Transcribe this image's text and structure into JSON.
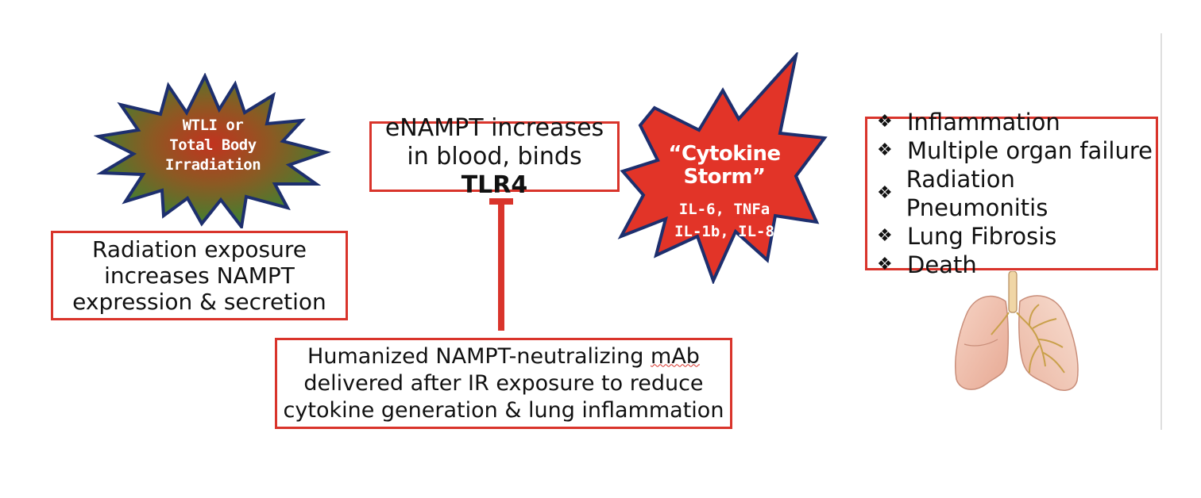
{
  "starburst_green": {
    "line1": "WTLI or",
    "line2": "Total Body",
    "line3": "Irradiation",
    "colors": {
      "fill_start": "#d22a1c",
      "fill_end": "#2f8a34",
      "stroke": "#1d2f6e"
    }
  },
  "box_radiation": {
    "line1": "Radiation exposure",
    "line2": "increases NAMPT",
    "line3": "expression & secretion"
  },
  "box_enampt": {
    "line1": "eNAMPT increases",
    "line2_prefix": "in blood, binds ",
    "line2_bold": "TLR4"
  },
  "inhibit_bar": {
    "color": "#d9342b"
  },
  "box_mab": {
    "line1_prefix": "Humanized NAMPT-neutralizing ",
    "line1_underlined": "mAb",
    "line2": "delivered after IR exposure to reduce",
    "line3": "cytokine generation & lung inflammation"
  },
  "starburst_red": {
    "title1": "“Cytokine",
    "title2": "Storm”",
    "line3_prefix": "IL-6, ",
    "line3_underlined": "TNFa",
    "line4": "IL-1b, IL-8",
    "colors": {
      "fill": "#e23428",
      "stroke": "#1d2f6e"
    }
  },
  "outcomes": {
    "bullet_glyph": "❖",
    "items": [
      "Inflammation",
      "Multiple organ failure",
      "Radiation Pneumonitis",
      "Lung Fibrosis",
      "Death"
    ]
  },
  "lungs_icon": "lungs-icon",
  "accent_color": "#d9342b"
}
